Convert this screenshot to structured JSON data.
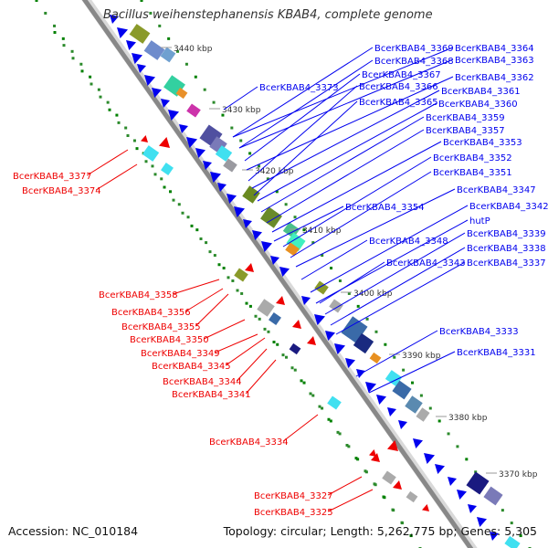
{
  "title": "Bacillus weihenstephanensis KBAB4, complete genome",
  "footer": {
    "accession": "Accession: NC_010184",
    "summary": "Topology: circular; Length: 5,262,775 bp; Genes: 5,305"
  },
  "scale_ticks": [
    "3440 kbp",
    "3430 kbp",
    "3420 kbp",
    "3410 kbp",
    "3400 kbp",
    "3390 kbp",
    "3380 kbp",
    "3370 kbp"
  ],
  "labels_blue": [
    "BcerKBAB4_3369",
    "BcerKBAB4_3364",
    "BcerKBAB4_3368",
    "BcerKBAB4_3363",
    "BcerKBAB4_3373",
    "BcerKBAB4_3367",
    "BcerKBAB4_3362",
    "BcerKBAB4_3366",
    "BcerKBAB4_3361",
    "BcerKBAB4_3365",
    "BcerKBAB4_3360",
    "BcerKBAB4_3359",
    "BcerKBAB4_3357",
    "BcerKBAB4_3353",
    "BcerKBAB4_3352",
    "BcerKBAB4_3351",
    "BcerKBAB4_3347",
    "BcerKBAB4_3354",
    "BcerKBAB4_3342",
    "hutP",
    "BcerKBAB4_3339",
    "BcerKBAB4_3348",
    "BcerKBAB4_3338",
    "BcerKBAB4_3343",
    "BcerKBAB4_3337",
    "BcerKBAB4_3333",
    "BcerKBAB4_3331"
  ],
  "labels_red": [
    "BcerKBAB4_3377",
    "BcerKBAB4_3374",
    "BcerKBAB4_3358",
    "BcerKBAB4_3356",
    "BcerKBAB4_3355",
    "BcerKBAB4_3350",
    "BcerKBAB4_3349",
    "BcerKBAB4_3345",
    "BcerKBAB4_3344",
    "BcerKBAB4_3341",
    "BcerKBAB4_3334",
    "BcerKBAB4_3327",
    "BcerKBAB4_3325"
  ],
  "colors": {
    "forward_gene": "#0000ee",
    "reverse_gene": "#ee0000",
    "backbone": "#888888",
    "gc_skew": "#008000"
  }
}
